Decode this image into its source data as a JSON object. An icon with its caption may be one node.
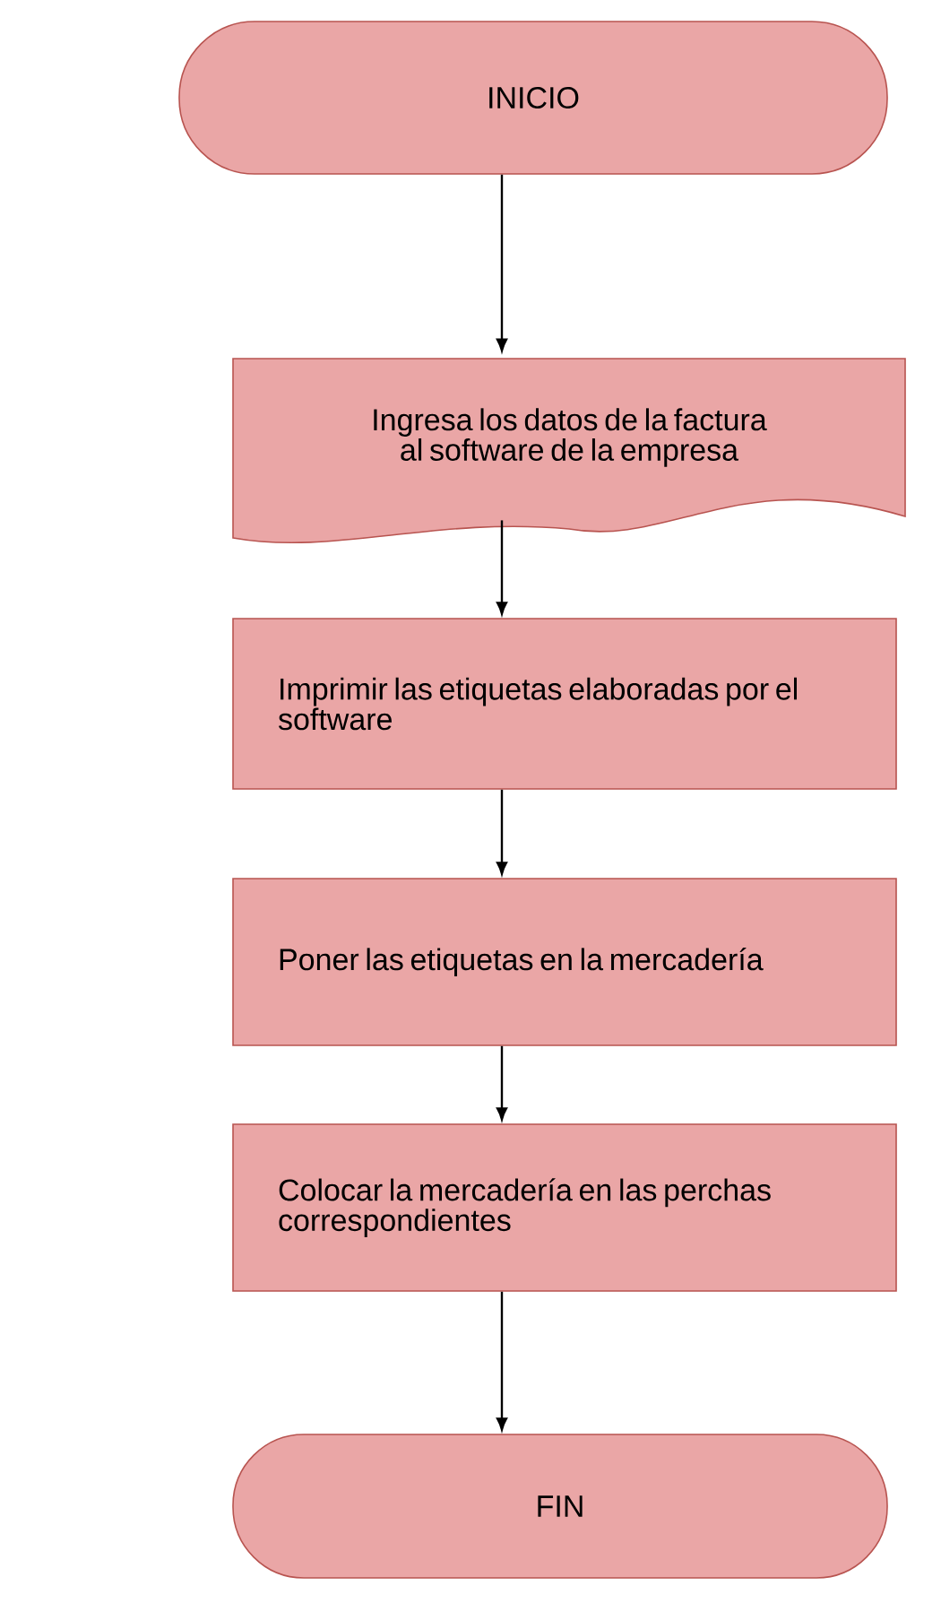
{
  "diagram": {
    "nodes": [
      {
        "text": [
          "INICIO"
        ]
      },
      {
        "text": [
          "Ingresa los datos de la factura al software de la empresa"
        ]
      },
      {
        "text": [
          "Imprimir las etiquetas elaboradas por el software"
        ]
      },
      {
        "text": [
          "Poner las etiquetas en la mercadería"
        ]
      },
      {
        "text": [
          "Colocar la mercadería en las perchas correspondientes"
        ]
      },
      {
        "text": [
          "FIN"
        ]
      }
    ],
    "edges": [
      {
        "from": 0,
        "to": 1,
        "arrow": "to"
      },
      {
        "from": 1,
        "to": 2,
        "arrow": "to"
      },
      {
        "from": 2,
        "to": 3,
        "arrow": "to"
      },
      {
        "from": 3,
        "to": 4,
        "arrow": "to"
      },
      {
        "from": 4,
        "to": 5,
        "arrow": "to"
      }
    ]
  }
}
